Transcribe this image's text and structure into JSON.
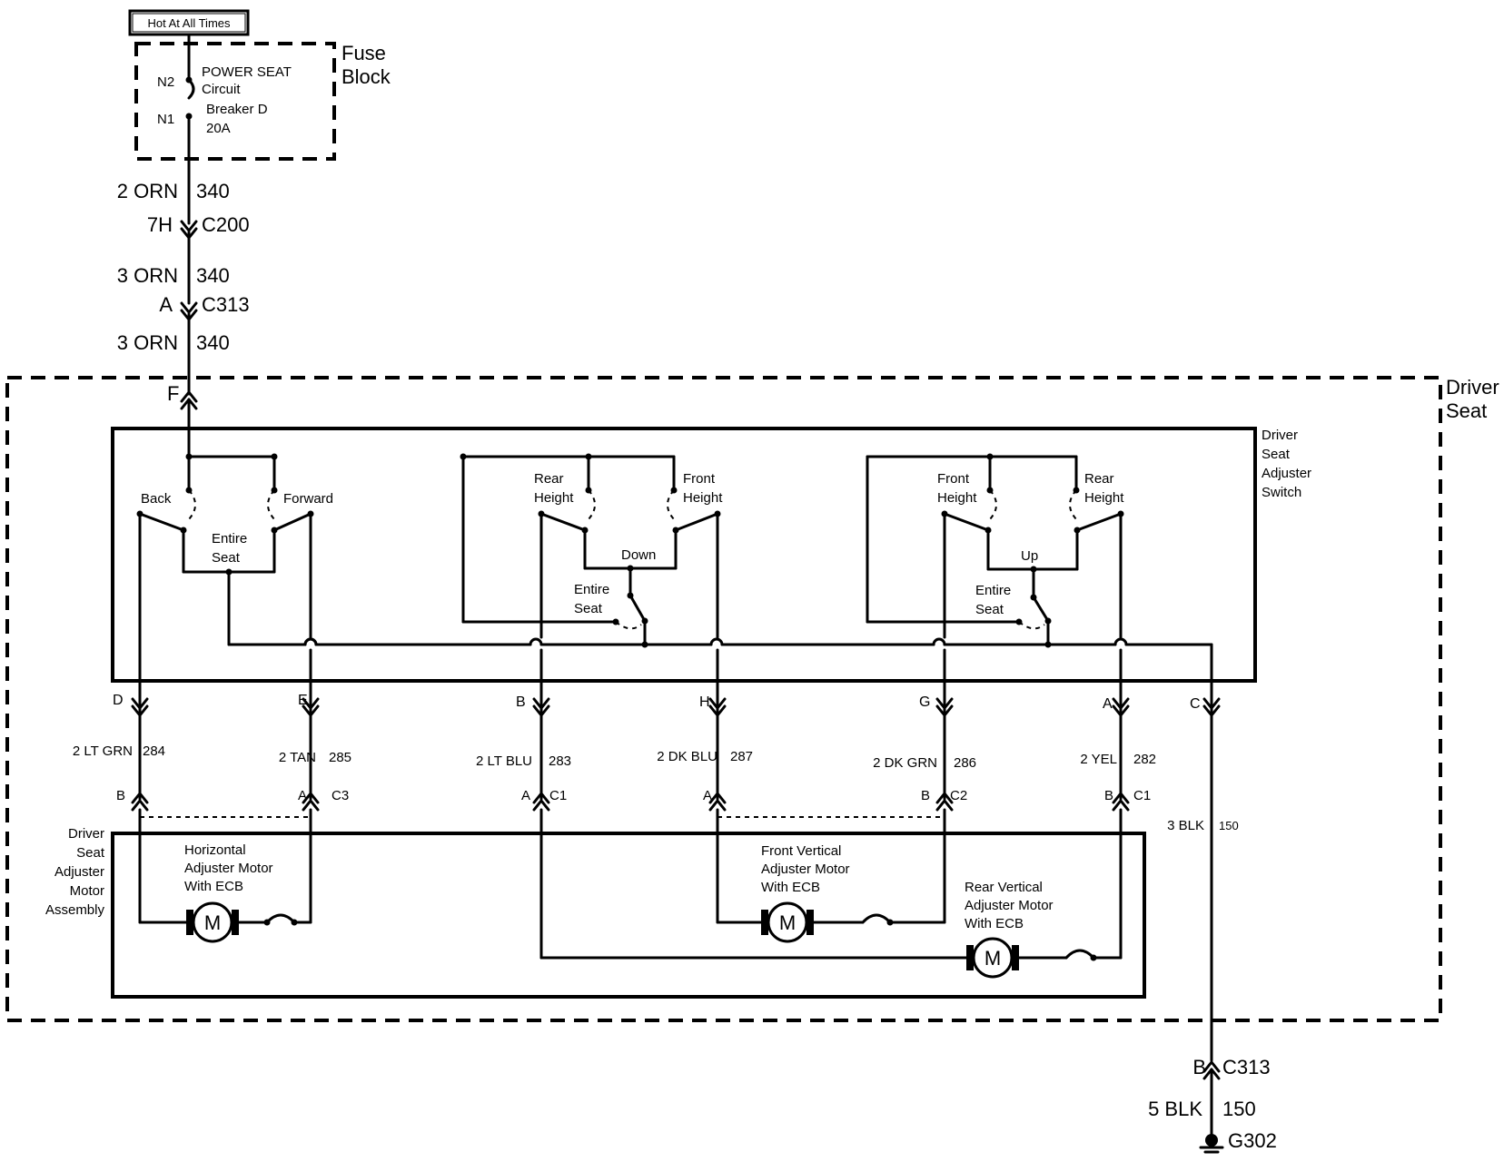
{
  "header": {
    "hot_label": "Hot At All Times"
  },
  "fuse": {
    "block_line1": "Fuse",
    "block_line2": "Block",
    "terminal_n2": "N2",
    "terminal_n1": "N1",
    "breaker_line1": "POWER SEAT",
    "breaker_line2": "Circuit",
    "breaker_line3": "Breaker D",
    "breaker_line4": "20A"
  },
  "feed": {
    "w1_color": "2 ORN",
    "w1_circuit": "340",
    "c200_pin": "7H",
    "c200_name": "C200",
    "w2_color": "3 ORN",
    "w2_circuit": "340",
    "c313_pin": "A",
    "c313_name": "C313",
    "w3_color": "3 ORN",
    "w3_circuit": "340",
    "seat_pin": "F"
  },
  "driver_seat": {
    "line1": "Driver",
    "line2": "Seat"
  },
  "switch": {
    "label_line1": "Driver",
    "label_line2": "Seat",
    "label_line3": "Adjuster",
    "label_line4": "Switch",
    "back": "Back",
    "forward": "Forward",
    "entire1": "Entire",
    "seat1": "Seat",
    "rear": "Rear",
    "height": "Height",
    "front": "Front",
    "down": "Down",
    "up": "Up",
    "entire": "Entire",
    "seat": "Seat"
  },
  "switch_pins": {
    "d": "D",
    "e": "E",
    "b": "B",
    "h": "H",
    "g": "G",
    "a": "A",
    "c": "C"
  },
  "wires": {
    "lt_grn": "2 LT GRN",
    "lt_grn_c": "284",
    "tan": "2 TAN",
    "tan_c": "285",
    "lt_blu": "2 LT BLU",
    "lt_blu_c": "283",
    "dk_blu": "2 DK BLU",
    "dk_blu_c": "287",
    "dk_grn": "2 DK GRN",
    "dk_grn_c": "286",
    "yel": "2 YEL",
    "yel_c": "282",
    "blk3": "3 BLK",
    "blk3_c": "150"
  },
  "motor_pins": {
    "b1": "B",
    "a1": "A",
    "c3": "C3",
    "a2": "A",
    "c1a": "C1",
    "a3": "A",
    "b2": "B",
    "c2": "C2",
    "b3": "B",
    "c1b": "C1"
  },
  "motor_assembly": {
    "label_line1": "Driver",
    "label_line2": "Seat",
    "label_line3": "Adjuster",
    "label_line4": "Motor",
    "label_line5": "Assembly",
    "h_line1": "Horizontal",
    "h_line2": "Adjuster Motor",
    "h_line3": "With ECB",
    "fv_line1": "Front Vertical",
    "fv_line2": "Adjuster Motor",
    "fv_line3": "With ECB",
    "rv_line1": "Rear Vertical",
    "rv_line2": "Adjuster Motor",
    "rv_line3": "With ECB",
    "motor_symbol": "M"
  },
  "ground": {
    "pin": "B",
    "connector": "C313",
    "color": "5 BLK",
    "circuit": "150",
    "name": "G302"
  }
}
